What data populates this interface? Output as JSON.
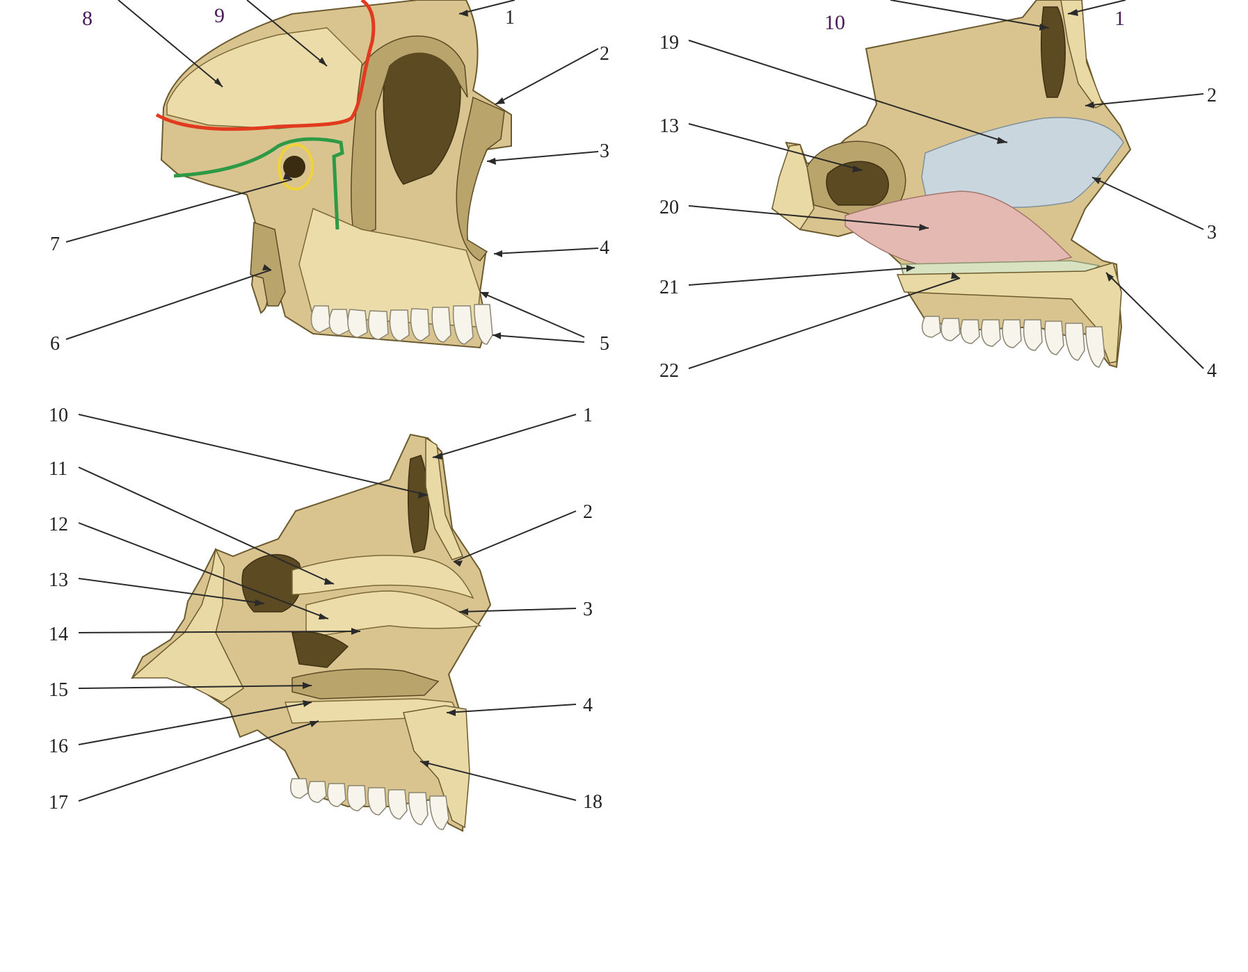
{
  "panels": [
    {
      "id": "lateral-view",
      "labels": [
        {
          "text": "8",
          "style": "purple"
        },
        {
          "text": "9",
          "style": "purple"
        },
        {
          "text": "1",
          "style": "plain"
        },
        {
          "text": "2",
          "style": "plain"
        },
        {
          "text": "3",
          "style": "plain"
        },
        {
          "text": "4",
          "style": "plain"
        },
        {
          "text": "5",
          "style": "plain"
        },
        {
          "text": "6",
          "style": "plain"
        },
        {
          "text": "7",
          "style": "plain"
        }
      ]
    },
    {
      "id": "medial-view-membrane",
      "labels": [
        {
          "text": "10",
          "style": "purple"
        },
        {
          "text": "1",
          "style": "purple"
        },
        {
          "text": "19",
          "style": "plain"
        },
        {
          "text": "13",
          "style": "plain"
        },
        {
          "text": "20",
          "style": "plain"
        },
        {
          "text": "21",
          "style": "plain"
        },
        {
          "text": "22",
          "style": "plain"
        },
        {
          "text": "2",
          "style": "plain"
        },
        {
          "text": "3",
          "style": "plain"
        },
        {
          "text": "4",
          "style": "plain"
        }
      ]
    },
    {
      "id": "medial-view-bone",
      "labels": [
        {
          "text": "10",
          "style": "plain"
        },
        {
          "text": "11",
          "style": "plain"
        },
        {
          "text": "12",
          "style": "plain"
        },
        {
          "text": "13",
          "style": "plain"
        },
        {
          "text": "14",
          "style": "plain"
        },
        {
          "text": "15",
          "style": "plain"
        },
        {
          "text": "16",
          "style": "plain"
        },
        {
          "text": "17",
          "style": "plain"
        },
        {
          "text": "1",
          "style": "plain"
        },
        {
          "text": "2",
          "style": "plain"
        },
        {
          "text": "3",
          "style": "plain"
        },
        {
          "text": "4",
          "style": "plain"
        },
        {
          "text": "18",
          "style": "plain"
        }
      ]
    }
  ],
  "colors": {
    "bone": "#d9c48f",
    "red_line": "#e23a1e",
    "green_line": "#2e9a46",
    "yellow_ring": "#f0d23a",
    "mucosa_blue": "#c9d6de",
    "mucosa_pink": "#e4b9b2"
  }
}
